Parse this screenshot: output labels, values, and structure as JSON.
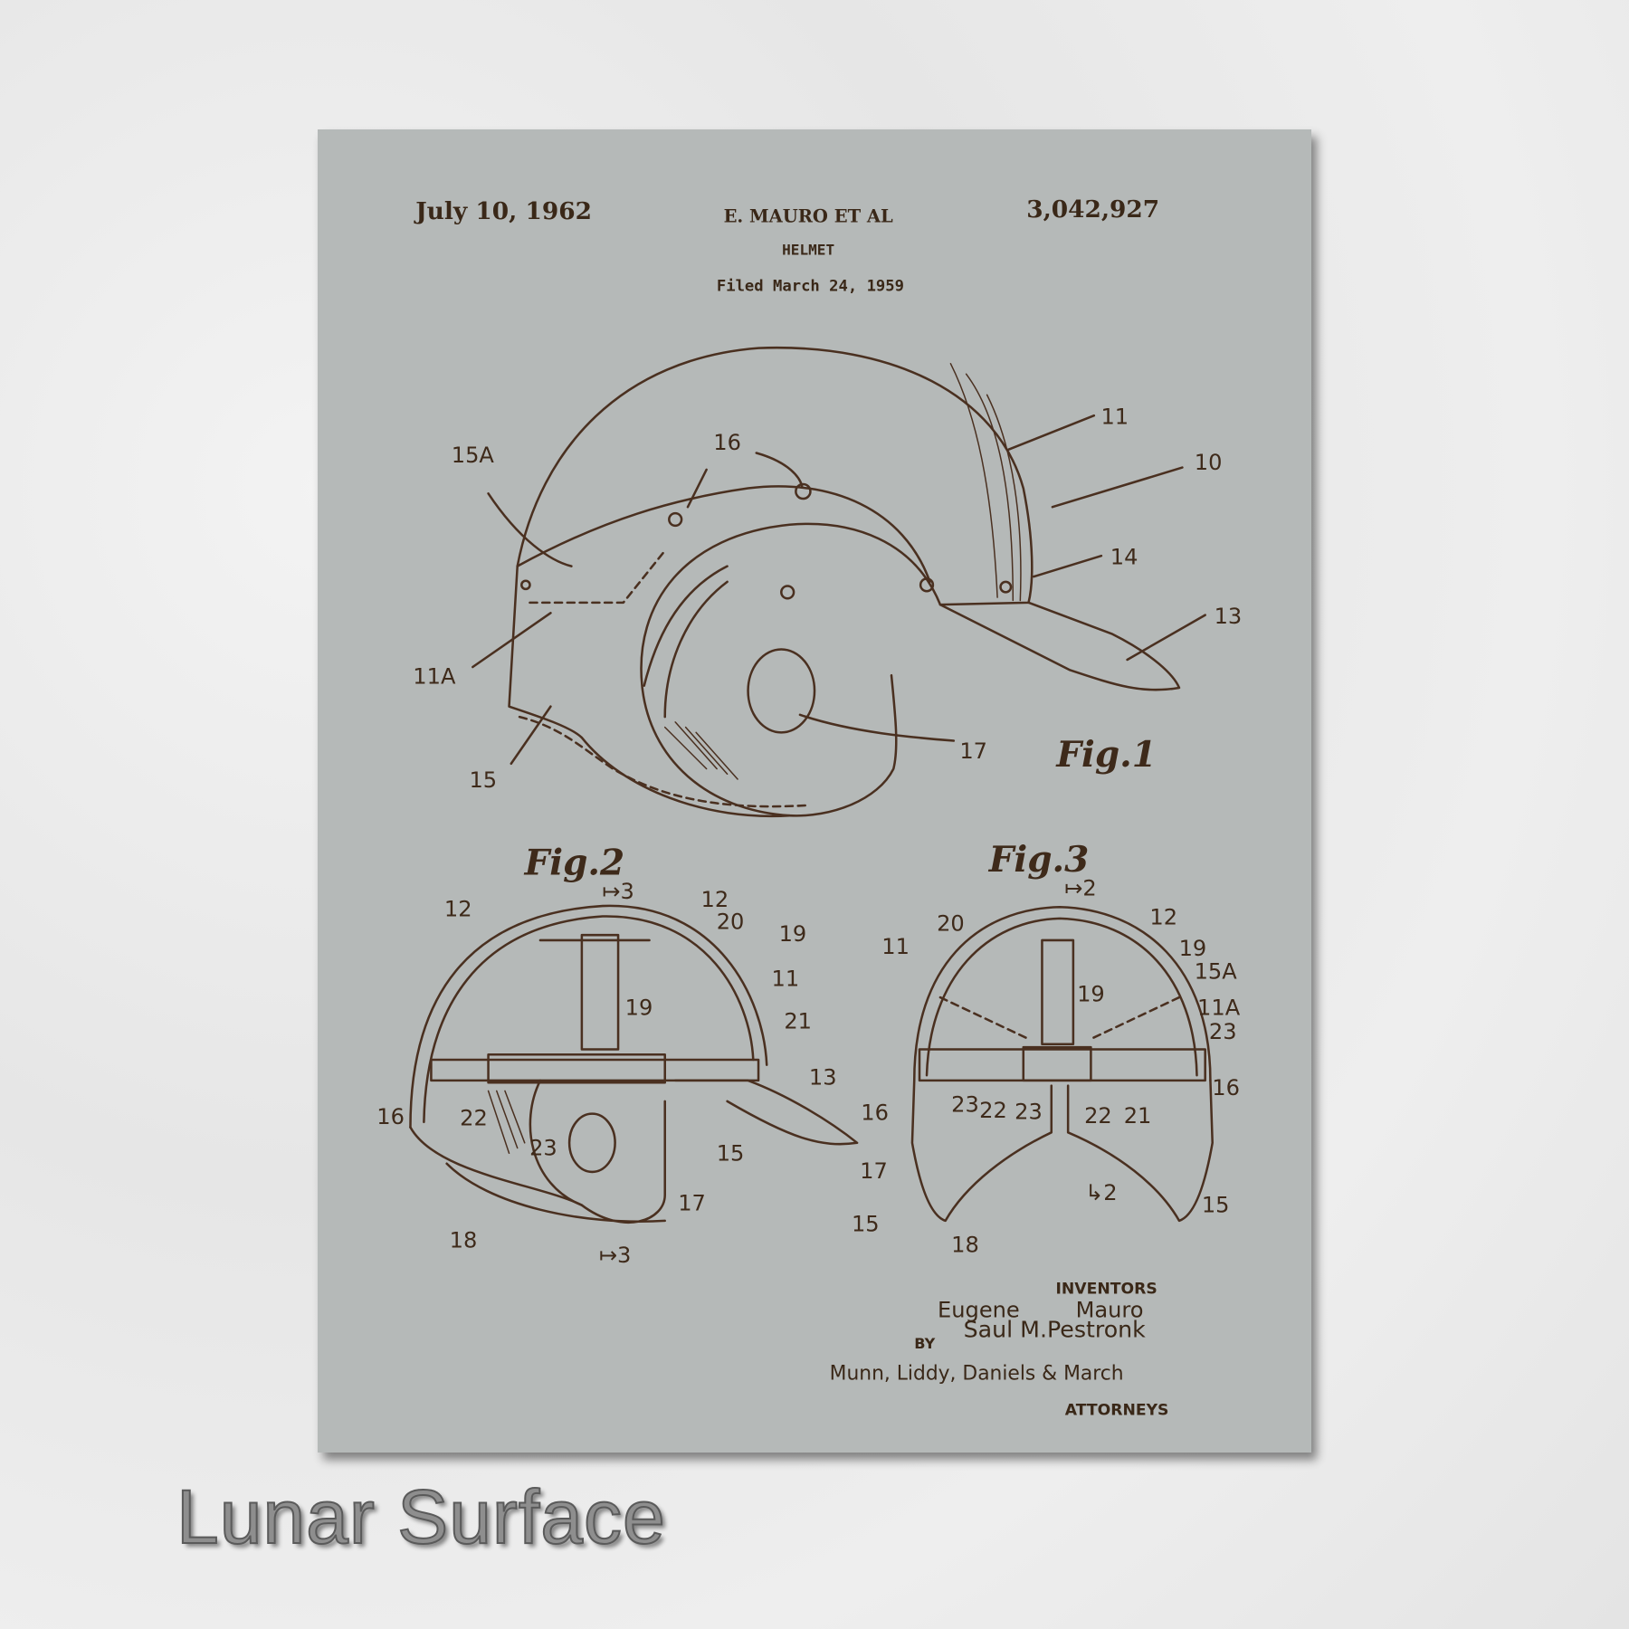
{
  "patent": {
    "date": "July 10, 1962",
    "inventor_header": "E. MAURO  ET AL",
    "title": "HELMET",
    "filed": "Filed March 24, 1959",
    "number": "3,042,927"
  },
  "figures": {
    "fig1": {
      "title": "Fig.1",
      "labels": [
        "11",
        "10",
        "15A",
        "16",
        "14",
        "13",
        "11A",
        "15",
        "17"
      ]
    },
    "fig2": {
      "title": "Fig.2",
      "labels": [
        "12",
        "↦3",
        "12",
        "20",
        "19",
        "11",
        "19",
        "21",
        "13",
        "16",
        "22",
        "23",
        "15",
        "17",
        "18",
        "↦3"
      ]
    },
    "fig3": {
      "title": "Fig.3",
      "labels": [
        "↦2",
        "20",
        "11",
        "12",
        "19",
        "15A",
        "19",
        "11A",
        "23",
        "16",
        "16",
        "23",
        "22",
        "23",
        "22",
        "21",
        "17",
        "↳2",
        "15",
        "18",
        "15"
      ]
    }
  },
  "signatures": {
    "inventors_label": "INVENTORS",
    "inventor_first": "Eugene",
    "inventor_last": "Mauro",
    "by": "BY",
    "signer": "Saul M.Pestronk",
    "attorneys_names": "Munn, Liddy, Daniels & March",
    "attorneys_label": "ATTORNEYS"
  },
  "product": {
    "color_name": "Lunar Surface"
  },
  "colors": {
    "panel": "#b5b9b8",
    "ink": "#4a3020",
    "background": "#ebebeb"
  }
}
